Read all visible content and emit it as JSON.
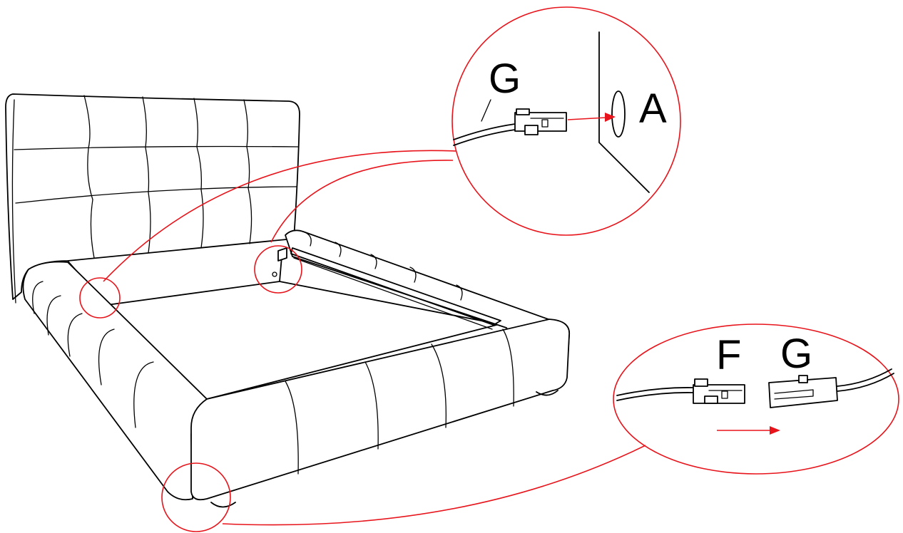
{
  "labels": {
    "connector_top": "G",
    "socket": "A",
    "connector_left": "F",
    "connector_right": "G"
  },
  "colors": {
    "line": "#000000",
    "callout": "#e8141b",
    "background": "#ffffff"
  }
}
